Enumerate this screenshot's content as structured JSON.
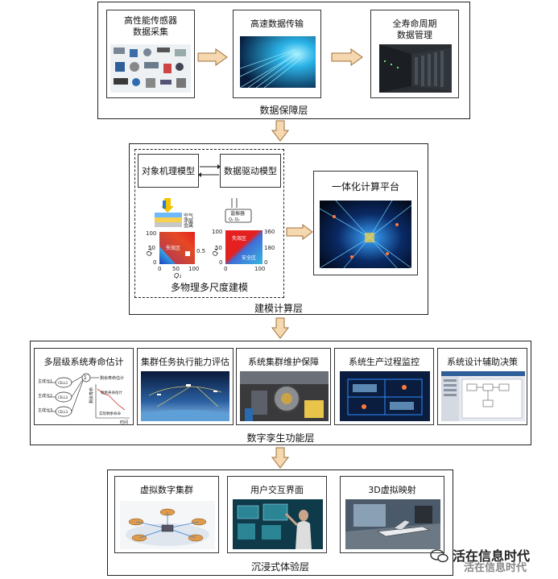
{
  "layers": {
    "data_assurance": {
      "label": "数据保障层",
      "boxes": [
        {
          "title": "高性能传感器\n数据采集"
        },
        {
          "title": "高速数据传输"
        },
        {
          "title": "全寿命周期\n数据管理"
        }
      ]
    },
    "modeling": {
      "label": "建模计算层",
      "mechanism_model": "对象机理模型",
      "data_model": "数据驱动模型",
      "multiscale_label": "多物理多尺度建模",
      "platform_title": "一体化计算平台",
      "heatmap_left": {
        "legend": [
          "空气",
          "涂层",
          "金属"
        ],
        "y_axis": "Q₂",
        "x_axis": "Q₁",
        "y_ticks": [
          "100",
          "50",
          "0"
        ],
        "x_ticks": [
          "0",
          "50",
          "100"
        ],
        "region_label": "失效区",
        "right_tick": "0.5"
      },
      "heatmap_right": {
        "inset": "谐振器",
        "inset_sub": "Q₁  Q₂",
        "y_axis": "Q₄",
        "y_ticks": [
          "100",
          "50",
          "0"
        ],
        "x_ticks": [
          "0",
          "100"
        ],
        "right_ticks": [
          "360",
          "180",
          "0"
        ],
        "top_label": "失效区",
        "bottom_label": "安全区"
      }
    },
    "digital_twin": {
      "label": "数字孪生功能层",
      "panels": [
        {
          "title": "多层级系统寿命估计"
        },
        {
          "title": "集群任务执行能力评估"
        },
        {
          "title": "系统集群维护保障"
        },
        {
          "title": "系统生产过程监控"
        },
        {
          "title": "系统设计辅助决策"
        }
      ],
      "life_diagram": {
        "left_labels": [
          "主成\n分1",
          "主成\n分2",
          "主成\n分3"
        ],
        "nodes": [
          "CELL1",
          "CELL2",
          "CELL3"
        ],
        "sum_node": "Σ",
        "remaining_estimate": "剩余寿命估计",
        "remaining_estimate2": "剩余寿命估计",
        "actual_remaining": "实际剩余寿命",
        "y_axis": "剩余寿命",
        "x_axis": "时间"
      }
    },
    "immersive": {
      "label": "沉浸式体验层",
      "boxes": [
        {
          "title": "虚拟数字集群"
        },
        {
          "title": "用户交互界面"
        },
        {
          "title": "3D虚拟映射"
        }
      ]
    }
  },
  "watermark": "活在信息时代",
  "colors": {
    "border": "#222222",
    "arrow_fill": "#f5d7b0",
    "arrow_stroke": "#a0703a"
  }
}
